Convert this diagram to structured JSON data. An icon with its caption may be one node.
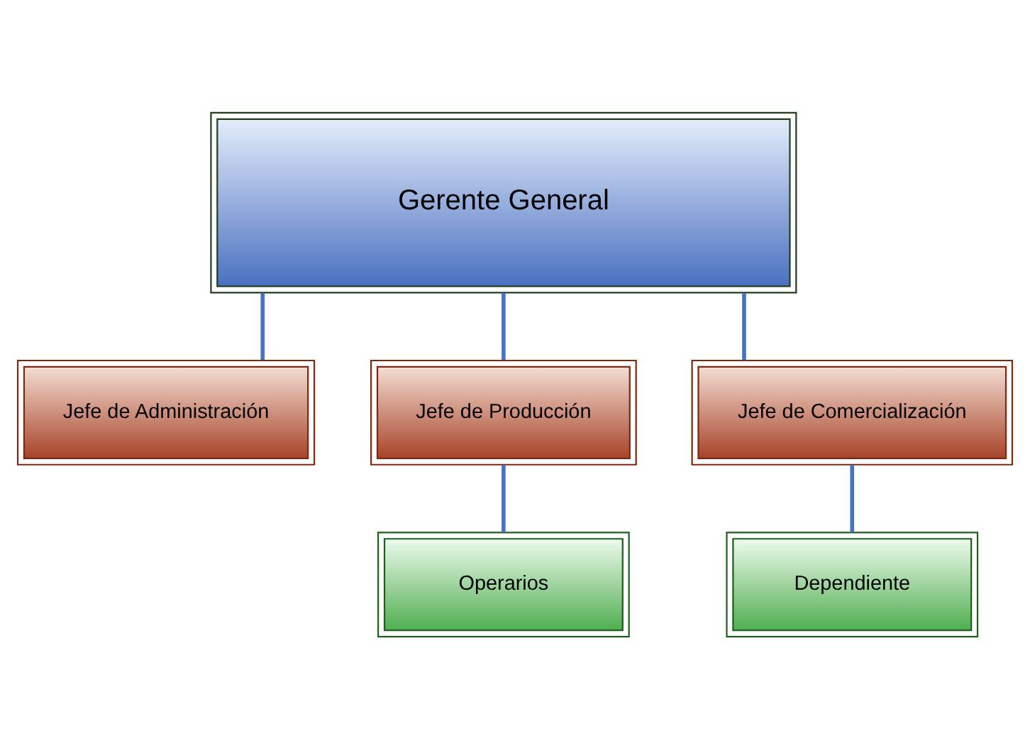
{
  "diagram": {
    "nodes": [
      {
        "text": [
          "Gerente General"
        ]
      },
      {
        "text": [
          "Jefe de Administración"
        ]
      },
      {
        "text": [
          "Jefe de Producción"
        ]
      },
      {
        "text": [
          "Jefe de Comercialización"
        ]
      },
      {
        "text": [
          "Operarios"
        ]
      },
      {
        "text": [
          "Dependiente"
        ]
      }
    ],
    "edges": [
      {
        "from": 0,
        "to": 1,
        "arrow": "none"
      },
      {
        "from": 0,
        "to": 2,
        "arrow": "none"
      },
      {
        "from": 0,
        "to": 3,
        "arrow": "none"
      },
      {
        "from": 2,
        "to": 4,
        "arrow": "none"
      },
      {
        "from": 3,
        "to": 5,
        "arrow": "none"
      }
    ]
  }
}
